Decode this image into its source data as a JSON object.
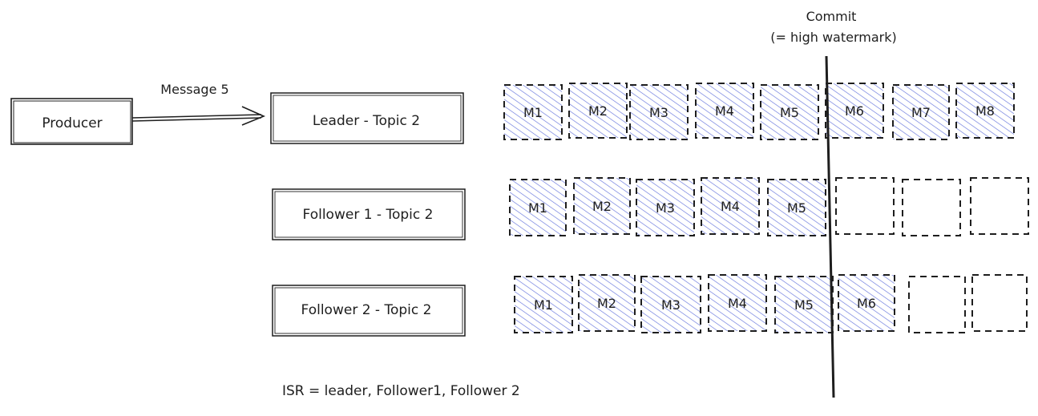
{
  "commit": {
    "title": "Commit",
    "subtitle": "(= high watermark)"
  },
  "producer": {
    "label": "Producer"
  },
  "message_label": "Message 5",
  "isr_text": "ISR = leader, Follower1, Follower 2",
  "colors": {
    "fill": "#4a5bd6",
    "stroke": "#1e1e1e",
    "background": "#ffffff"
  },
  "rows": [
    {
      "label": "Leader - Topic 2",
      "slots": [
        "M1",
        "M2",
        "M3",
        "M4",
        "M5",
        "M6",
        "M7",
        "M8"
      ]
    },
    {
      "label": "Follower 1 - Topic 2",
      "slots": [
        "M1",
        "M2",
        "M3",
        "M4",
        "M5",
        "",
        "",
        ""
      ]
    },
    {
      "label": "Follower 2 - Topic 2",
      "slots": [
        "M1",
        "M2",
        "M3",
        "M4",
        "M5",
        "M6",
        "",
        ""
      ]
    }
  ]
}
